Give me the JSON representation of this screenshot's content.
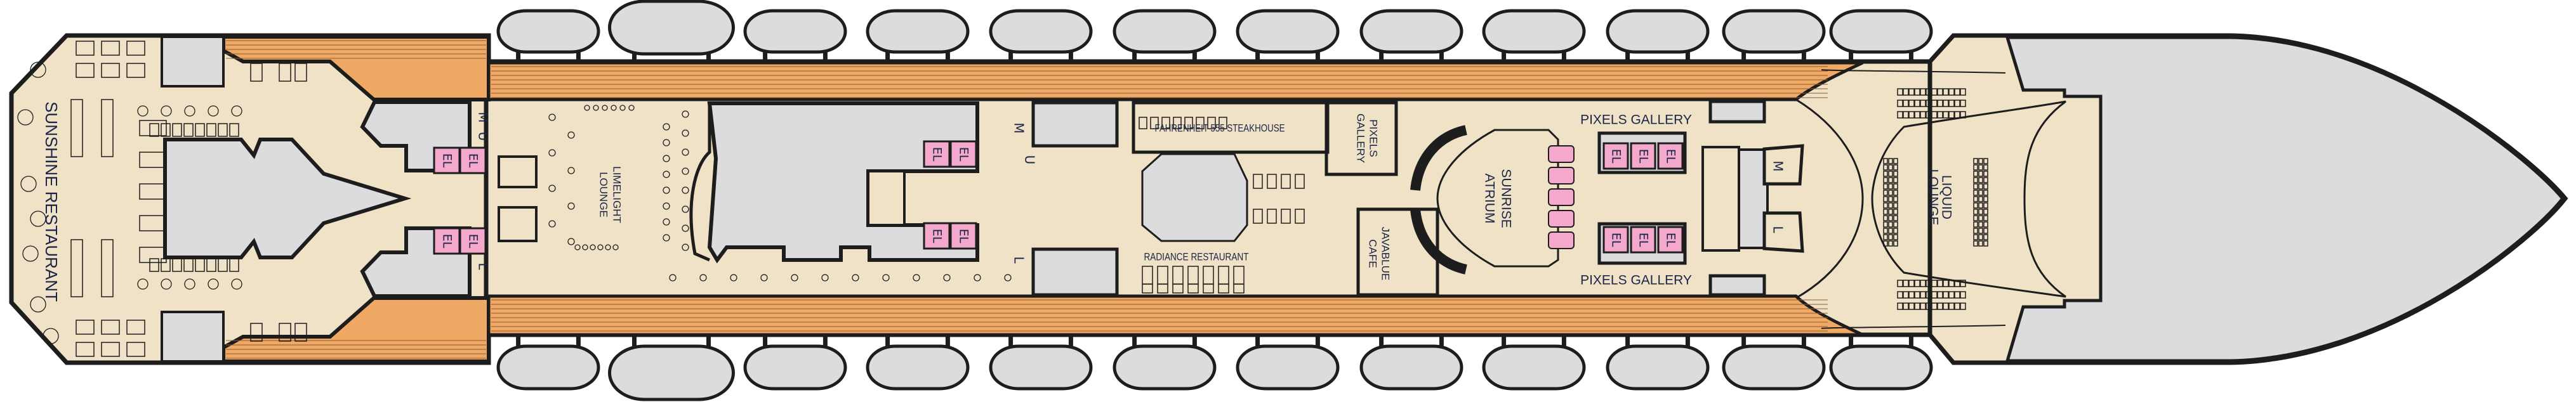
{
  "venues": {
    "sunshine_restaurant": "SUNSHINE RESTAURANT",
    "limelight_lounge": [
      "LIMELIGHT",
      "LOUNGE"
    ],
    "fahrenheit_steakhouse": "FAHRENHEIT 555 STEAKHOUSE",
    "radiance_restaurant": "RADIANCE RESTAURANT",
    "pixels_gallery_side": [
      "PIXELS",
      "GALLERY"
    ],
    "javablue_cafe": [
      "JAVABLUE",
      "CAFE"
    ],
    "sunrise_atrium": [
      "SUNRISE",
      "ATRIUM"
    ],
    "pixels_gallery_top": "PIXELS GALLERY",
    "pixels_gallery_bottom": "PIXELS GALLERY",
    "liquid_lounge": [
      "LIQUID",
      "LOUNGE"
    ]
  },
  "facilities": {
    "elevator": "EL",
    "mens_restroom": "M",
    "unisex_restroom": "U",
    "ladies_restroom": "L"
  },
  "colors": {
    "deck_wood": "#f0a865",
    "interior": "#f0e2c6",
    "closed_area": "#dcdcde",
    "elevator": "#f4a9cc",
    "outline": "#1d1d1d",
    "label_text": "#1b2547"
  }
}
